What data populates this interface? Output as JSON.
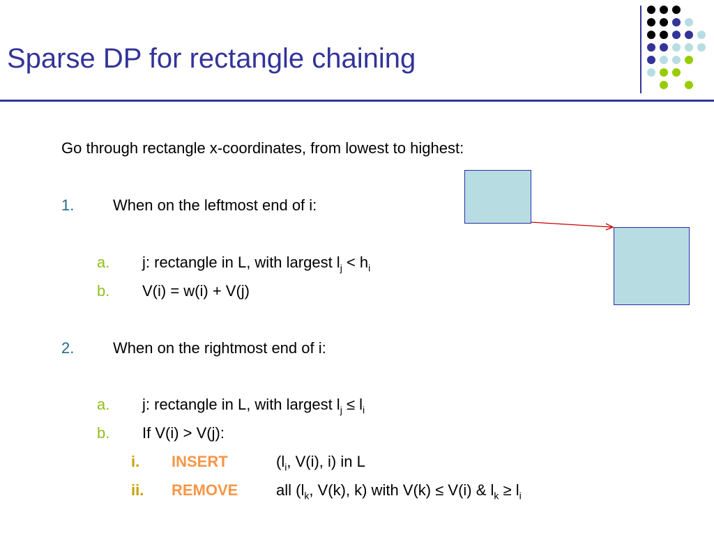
{
  "slide": {
    "title": "Sparse DP for rectangle chaining",
    "intro": "Go through rectangle x-coordinates, from lowest to highest:",
    "step1": {
      "marker": "1.",
      "text": "When on the leftmost end of i:",
      "a": {
        "marker": "a.",
        "prefix": "j: rectangle in L, with largest l",
        "sub1": "j",
        "middle": " < h",
        "sub2": "i"
      },
      "b": {
        "marker": "b.",
        "text": "V(i) = w(i) + V(j)"
      }
    },
    "step2": {
      "marker": "2.",
      "text": "When on the rightmost end of i:",
      "a": {
        "marker": "a.",
        "prefix": "j: rectangle in L, with largest l",
        "sub1": "j",
        "middle": " ≤ l",
        "sub2": "i"
      },
      "b": {
        "marker": "b.",
        "text": "If V(i) > V(j):"
      },
      "i": {
        "marker": "i.",
        "keyword": "INSERT",
        "t1": "(l",
        "s1": "i",
        "t2": ", V(i), i) in L"
      },
      "ii": {
        "marker": "ii.",
        "keyword": "REMOVE",
        "t1": "all (l",
        "s1": "k",
        "t2": ", V(k), k) with V(k) ≤ V(i) & l",
        "s2": "k",
        "t3": " ≥ l",
        "s3": "i"
      }
    }
  },
  "colors": {
    "title": "#333399",
    "number_marker": "#1f6a8a",
    "letter_marker": "#8fbf1a",
    "roman_marker": "#c8a000",
    "keyword": "#f79646",
    "rectangle_fill": "#b7dde2",
    "rectangle_border": "#2a2aa8",
    "arrow": "#cc0000"
  },
  "decoration": {
    "dot_grid": [
      [
        "#000000",
        "#000000",
        "#000000",
        null,
        null
      ],
      [
        "#000000",
        "#000000",
        "#333399",
        "#b7dde2",
        null
      ],
      [
        "#000000",
        "#000000",
        "#333399",
        "#333399",
        "#b7dde2"
      ],
      [
        "#333399",
        "#333399",
        "#b7dde2",
        "#b7dde2",
        "#b7dde2"
      ],
      [
        "#333399",
        "#b7dde2",
        "#b7dde2",
        "#99cc00",
        null
      ],
      [
        "#b7dde2",
        "#99cc00",
        "#99cc00",
        null,
        null
      ],
      [
        null,
        "#99cc00",
        null,
        "#99cc00",
        null
      ]
    ]
  }
}
